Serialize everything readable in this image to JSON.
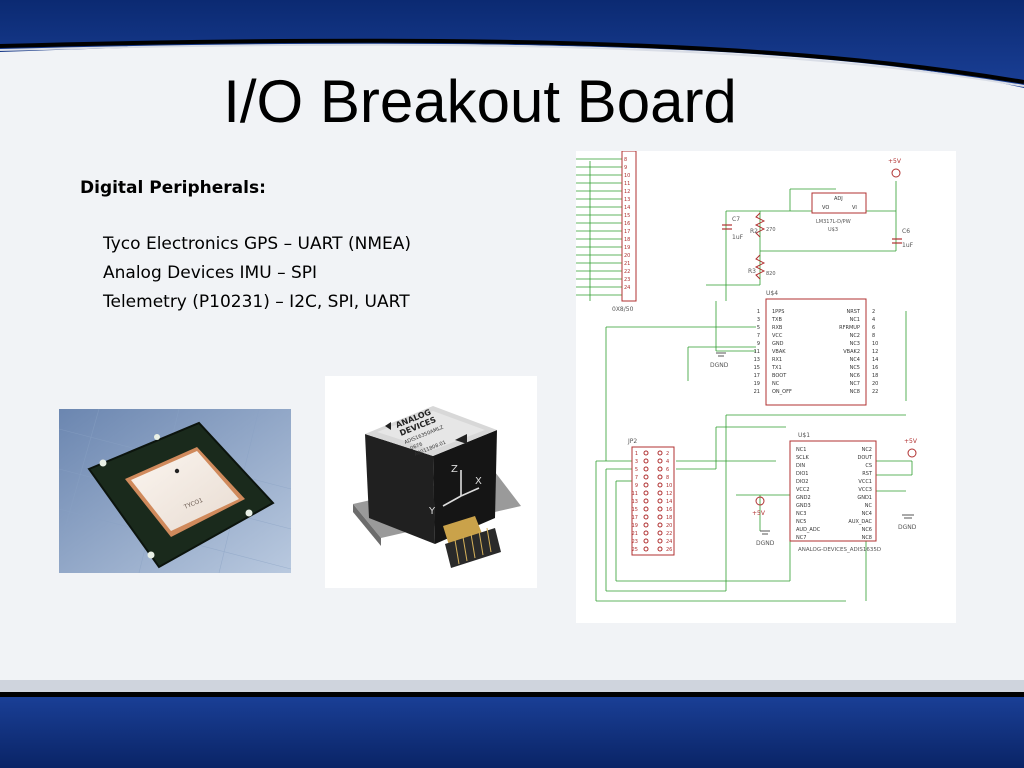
{
  "slide": {
    "title": "I/O Breakout Board",
    "heading": "Digital Peripherals:",
    "items": [
      "Tyco Electronics GPS – UART (NMEA)",
      "Analog Devices IMU – SPI",
      "Telemetry (P10231) – I2C, SPI, UART"
    ]
  },
  "gps_photo": {
    "chip_text": "TYCO1"
  },
  "imu_photo": {
    "brand_line1": "ANALOG",
    "brand_line2": "DEVICES",
    "part_line1": "ADIS16350AMLZ",
    "part_line2": "0676",
    "part_line3": "A0011808.01",
    "axis_z": "Z",
    "axis_x": "X",
    "axis_y": "Y"
  },
  "schematic": {
    "connector_top_label": "0X8/50",
    "pin_labels": [
      "8",
      "9",
      "10",
      "11",
      "12",
      "13",
      "14",
      "15",
      "16",
      "17",
      "18",
      "19",
      "20",
      "21",
      "22",
      "23",
      "24"
    ],
    "reg": {
      "adj": "ADJ",
      "vo": "VO",
      "vi": "VI",
      "name": "LM317L-D/PW",
      "ref": "U$3"
    },
    "c7": {
      "ref": "C7",
      "value": "1uF"
    },
    "c6": {
      "ref": "C6",
      "value": "1uF"
    },
    "r2": {
      "ref": "R2",
      "value": "270"
    },
    "r3": {
      "ref": "R3",
      "value": "820"
    },
    "vplus_top": "+5V",
    "u4": {
      "ref": "U$4",
      "left_pins": [
        "1PPS",
        "TXB",
        "RXB",
        "VCC",
        "GND",
        "VBAK",
        "RX1",
        "TX1",
        "BOOT",
        "NC",
        "ON_OFF"
      ],
      "left_nums": [
        "1",
        "3",
        "5",
        "7",
        "9",
        "11",
        "13",
        "15",
        "17",
        "19",
        "21"
      ],
      "right_pins": [
        "NRST",
        "NC1",
        "RFRMUP",
        "NC2",
        "NC3",
        "VBAK2",
        "NC4",
        "NC5",
        "NC6",
        "NC7",
        "NC8"
      ],
      "right_nums": [
        "2",
        "4",
        "6",
        "8",
        "10",
        "12",
        "14",
        "16",
        "18",
        "20",
        "22"
      ]
    },
    "dgnd": "DGND",
    "jp2": {
      "ref": "JP2"
    },
    "u1": {
      "ref": "U$1",
      "left_pins": [
        "NC1",
        "SCLK",
        "DIN",
        "DIO1",
        "DIO2",
        "VCC2",
        "GND2",
        "GND3",
        "NC3",
        "NC5",
        "AUD_ADC",
        "NC7"
      ],
      "right_pins": [
        "NC2",
        "DOUT",
        "CS",
        "RST",
        "VCC1",
        "VCC3",
        "GND1",
        "NC",
        "NC4",
        "AUX_DAC",
        "NC6",
        "NC8"
      ],
      "name": "ANALOG-DEVICES_ADIS1635D"
    },
    "vplus_right": "+5V",
    "vplus_left": "+5V"
  }
}
